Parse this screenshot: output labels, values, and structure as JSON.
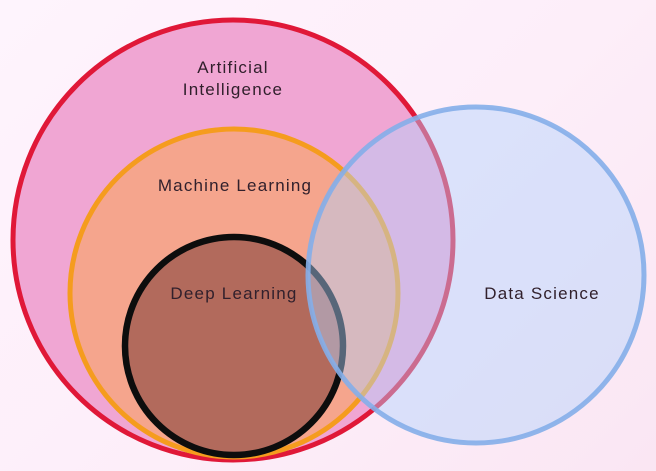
{
  "page": {
    "title": "AI, Machine Learning, Deep Learning and Data Science Venn diagram"
  },
  "colors": {
    "background_top": "#fef4fd",
    "background_bottom": "#fae6f3",
    "ai_fill": "#f0a6d3",
    "ai_stroke": "#e01838",
    "ml_fill": "#f5a58d",
    "ml_stroke": "#f59c1e",
    "dl_fill": "#b26a5c",
    "dl_stroke": "#0d0d0d",
    "ds_fill": "#b1d3fc",
    "ds_stroke": "#84aee9",
    "label_color": "#31202c"
  },
  "labels": {
    "ai_line1": "Artificial",
    "ai_line2": "Intelligence",
    "ml": "Machine Learning",
    "dl": "Deep Learning",
    "ds": "Data Science"
  },
  "chart_data": {
    "type": "venn",
    "sets": [
      {
        "name": "Artificial Intelligence",
        "contains": [
          "Machine Learning",
          "Deep Learning"
        ],
        "overlaps": [
          "Data Science"
        ]
      },
      {
        "name": "Machine Learning",
        "contains": [
          "Deep Learning"
        ],
        "overlaps": [
          "Data Science"
        ]
      },
      {
        "name": "Deep Learning",
        "contains": [],
        "overlaps": [
          "Data Science"
        ]
      },
      {
        "name": "Data Science",
        "contains": [],
        "overlaps": [
          "Artificial Intelligence",
          "Machine Learning",
          "Deep Learning"
        ]
      }
    ]
  }
}
